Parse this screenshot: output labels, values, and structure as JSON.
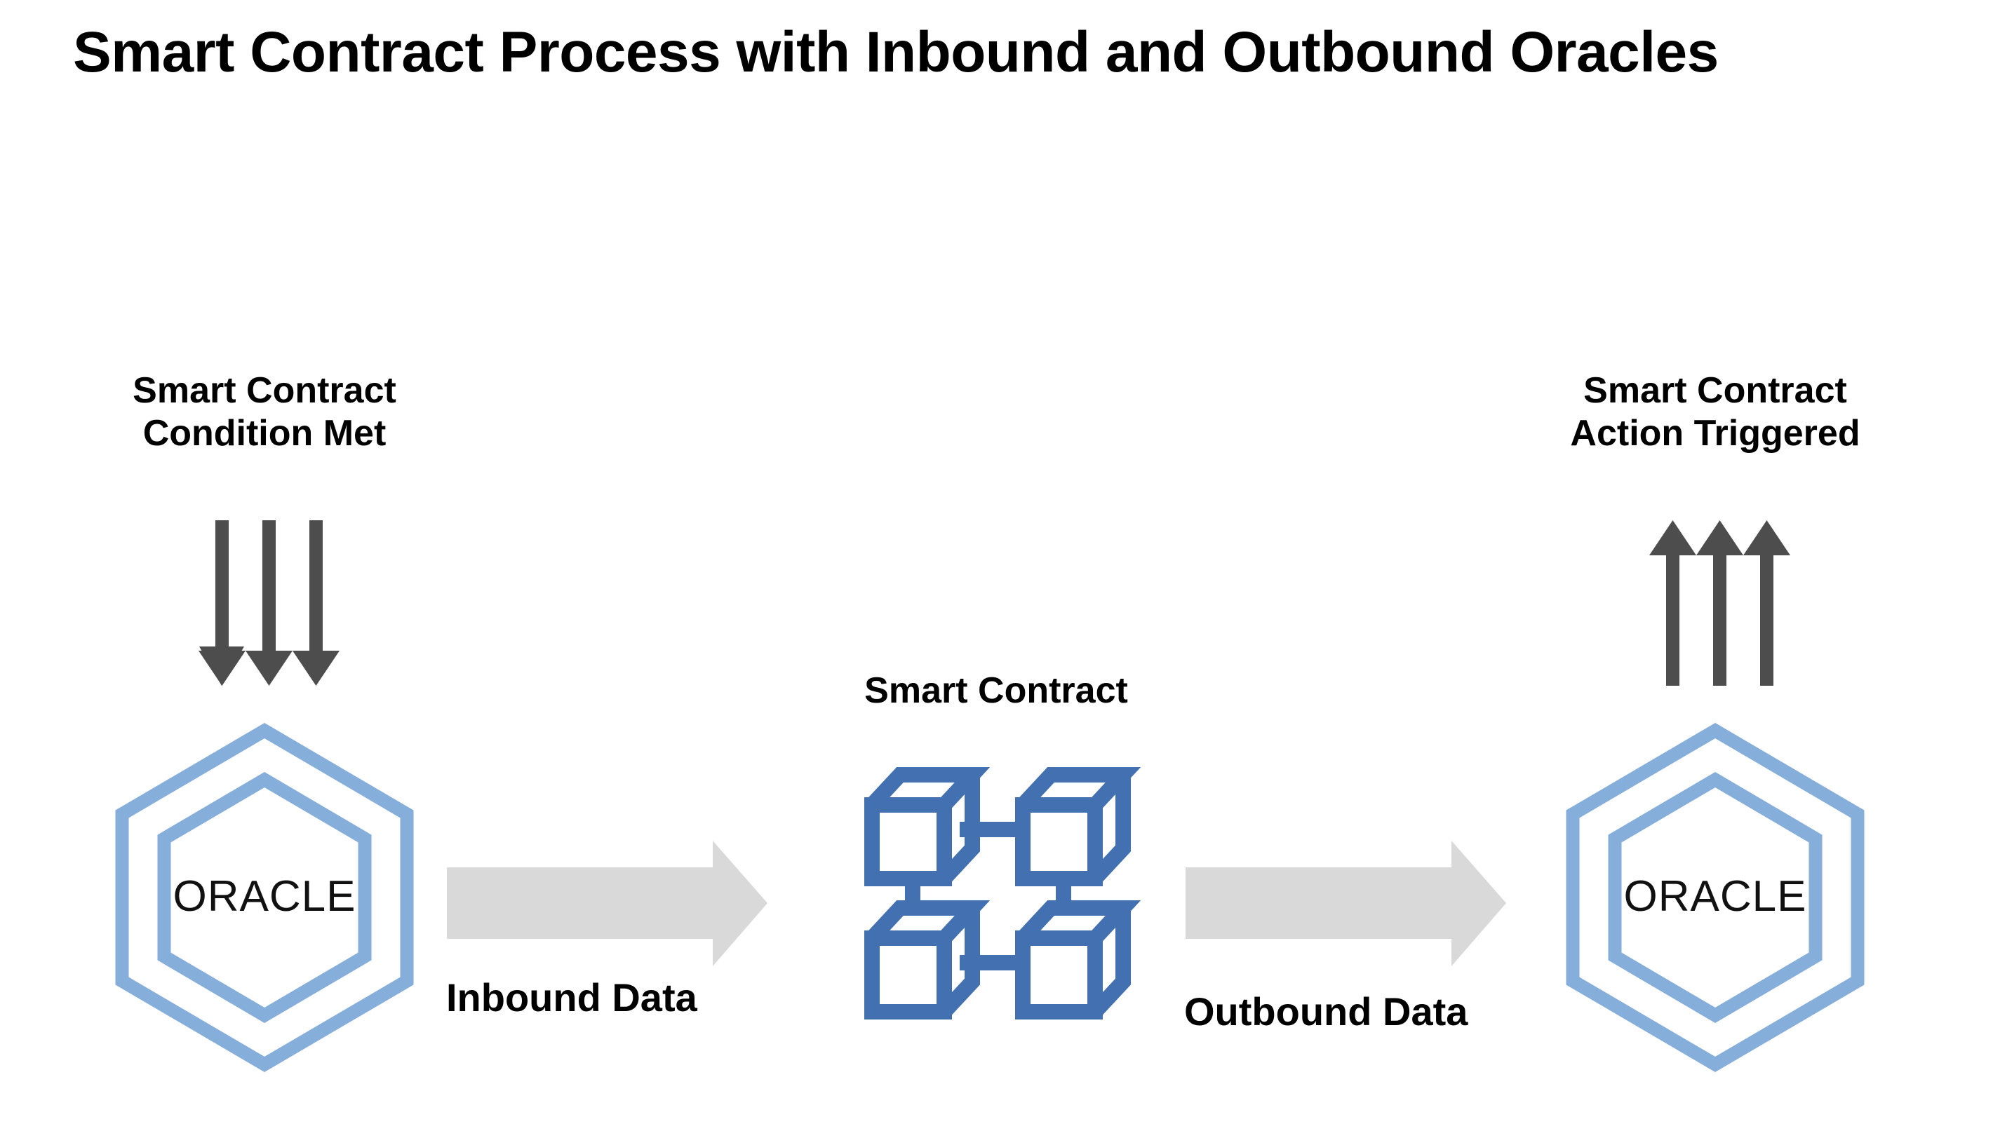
{
  "page": {
    "title": "Smart Contract Process with Inbound and Outbound Oracles",
    "background_color": "#FFFFFF"
  },
  "colors": {
    "hexagon_blue": "#85AEDB",
    "cube_blue": "#4270B0",
    "flow_arrow_gray": "#D9D9D9",
    "signal_arrow_gray": "#4D4D4D",
    "text_black": "#000000"
  },
  "left_oracle": {
    "caption_line1": "Smart Contract",
    "caption_line2": "Condition Met",
    "arrows_icon": "triple-down-arrow-icon",
    "arrow_count": 3,
    "arrow_direction": "down",
    "node_icon": "hexagon-oracle-icon",
    "node_label": "ORACLE"
  },
  "inbound_flow": {
    "arrow_icon": "right-block-arrow-icon",
    "label": "Inbound Data",
    "direction": "right"
  },
  "smart_contract": {
    "label": "Smart Contract",
    "icon": "blockchain-cubes-icon",
    "cube_count": 4
  },
  "outbound_flow": {
    "arrow_icon": "right-block-arrow-icon",
    "label": "Outbound Data",
    "direction": "right"
  },
  "right_oracle": {
    "caption_line1": "Smart Contract",
    "caption_line2": "Action Triggered",
    "arrows_icon": "triple-up-arrow-icon",
    "arrow_count": 3,
    "arrow_direction": "up",
    "node_icon": "hexagon-oracle-icon",
    "node_label": "ORACLE"
  }
}
